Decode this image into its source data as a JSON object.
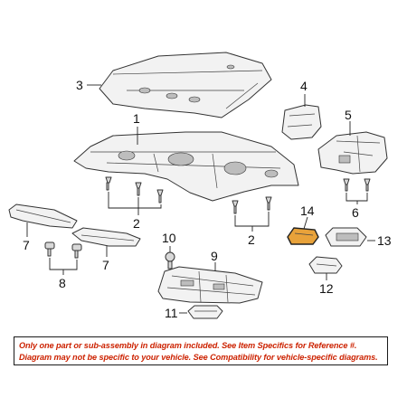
{
  "callouts": {
    "c1": "1",
    "c2a": "2",
    "c2b": "2",
    "c3": "3",
    "c4": "4",
    "c5": "5",
    "c6": "6",
    "c7a": "7",
    "c7b": "7",
    "c8": "8",
    "c9": "9",
    "c10": "10",
    "c11": "11",
    "c12": "12",
    "c13": "13",
    "c14": "14"
  },
  "colors": {
    "highlight": "#e8a23a",
    "disclaimer_text": "#cc2200"
  },
  "disclaimer": {
    "line1": "Only one part or sub-assembly in diagram included. See Item Specifics for Reference #.",
    "line2": "Diagram may not be specific to your vehicle. See Compatibility for vehicle-specific diagrams."
  }
}
